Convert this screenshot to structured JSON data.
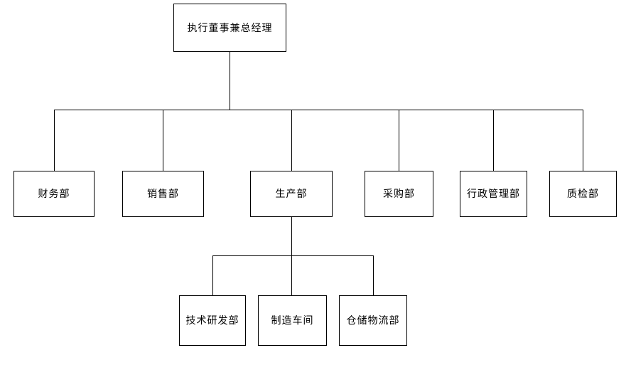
{
  "diagram": {
    "type": "org-chart",
    "background_color": "#ffffff",
    "line_color": "#000000",
    "box_border_color": "#000000",
    "box_fill_color": "#ffffff",
    "text_color": "#000000",
    "root": {
      "label": "执行董事兼总经理"
    },
    "level2": [
      {
        "label": "财务部"
      },
      {
        "label": "销售部"
      },
      {
        "label": "生产部"
      },
      {
        "label": "采购部"
      },
      {
        "label": "行政管理部"
      },
      {
        "label": "质检部"
      }
    ],
    "level3_parent_label": "生产部",
    "level3": [
      {
        "label": "技术研发部"
      },
      {
        "label": "制造车间"
      },
      {
        "label": "仓储物流部"
      }
    ]
  }
}
